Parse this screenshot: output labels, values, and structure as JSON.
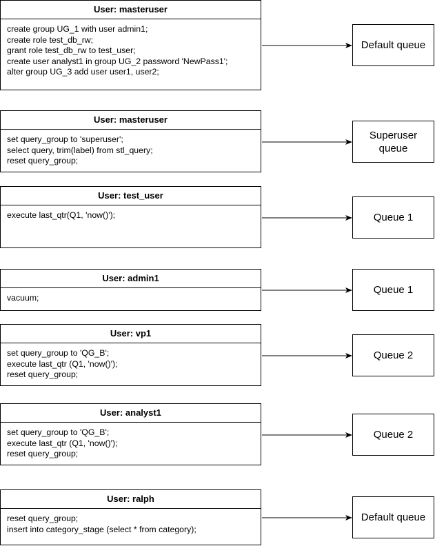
{
  "rows": [
    {
      "title": "User: masteruser",
      "lines": [
        "create group UG_1 with user admin1;",
        "create role test_db_rw;",
        "grant role test_db_rw to test_user;",
        "create user analyst1 in group UG_2 password 'NewPass1';",
        "alter group UG_3 add user user1, user2;"
      ],
      "queue": "Default queue"
    },
    {
      "title": "User: masteruser",
      "lines": [
        "set query_group to 'superuser';",
        "select query, trim(label) from stl_query;",
        "reset query_group;"
      ],
      "queue": "Superuser queue"
    },
    {
      "title": "User: test_user",
      "lines": [
        "execute last_qtr(Q1, 'now()');"
      ],
      "queue": "Queue 1"
    },
    {
      "title": "User: admin1",
      "lines": [
        "vacuum;"
      ],
      "queue": "Queue 1"
    },
    {
      "title": "User: vp1",
      "lines": [
        "set query_group to 'QG_B';",
        "execute last_qtr (Q1, 'now()');",
        "reset query_group;"
      ],
      "queue": "Queue 2"
    },
    {
      "title": "User: analyst1",
      "lines": [
        "set query_group to 'QG_B';",
        "execute last_qtr (Q1, 'now()');",
        "reset query_group;"
      ],
      "queue": "Queue 2"
    },
    {
      "title": "User: ralph",
      "lines": [
        "reset query_group;",
        "insert into category_stage (select * from category);"
      ],
      "queue": "Default queue"
    }
  ]
}
